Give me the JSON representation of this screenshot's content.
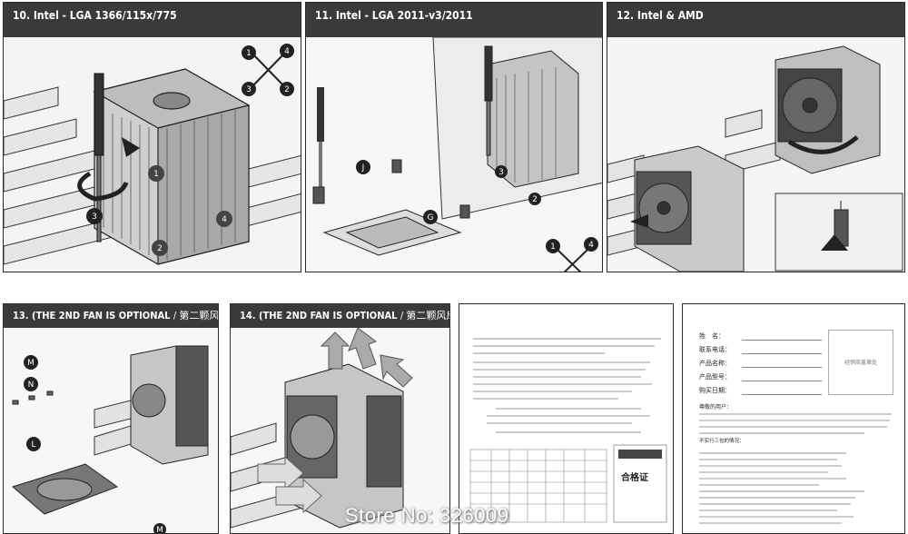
{
  "panels": {
    "p10": {
      "title": "10. Intel - LGA 1366/115x/775"
    },
    "p11": {
      "title": "11. Intel - LGA 2011-v3/2011"
    },
    "p12": {
      "title": "12. Intel & AMD"
    },
    "p13": {
      "title": "13. (THE 2ND FAN IS OPTIONAL",
      "subtitle": "/ 第二颗风扇为选购)"
    },
    "p14": {
      "title": "14. (THE 2ND FAN IS OPTIONAL",
      "subtitle": "/ 第二颗风扇为选购)"
    }
  },
  "callouts": {
    "one": "1",
    "two": "2",
    "three": "3",
    "four": "4",
    "J": "J",
    "G": "G",
    "M": "M",
    "N": "N",
    "L": "L"
  },
  "warranty": {
    "labels": [
      "姓　名：",
      "联系电话：",
      "产品名称：",
      "产品型号：",
      "购买日期："
    ],
    "stamp": "经销商盖章处",
    "notice_title": "尊敬的用户：",
    "terms_title": "不实行三包的情况："
  },
  "certificate": {
    "label": "合格证"
  },
  "watermark": "Store No: 326009"
}
